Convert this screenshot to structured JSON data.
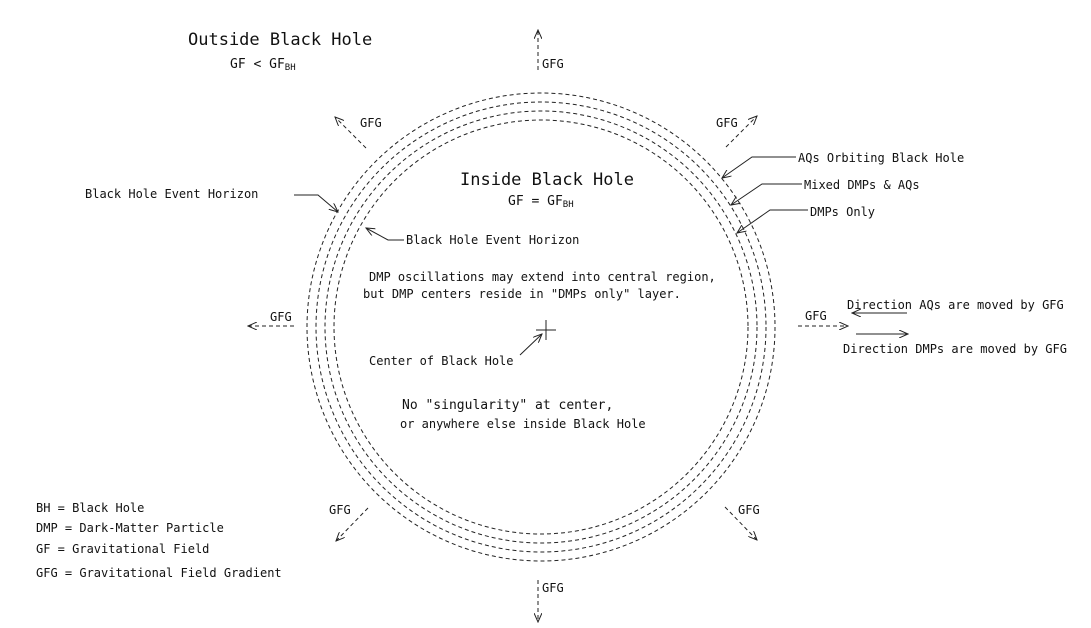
{
  "title_outside": "Outside Black Hole",
  "outside_formula": {
    "main": "GF < GF",
    "sub": "BH"
  },
  "title_inside": "Inside Black Hole",
  "inside_formula": {
    "main": "GF = GF",
    "sub": "BH"
  },
  "gfg_label": "GFG",
  "labels": {
    "event_horizon_outer": "Black Hole Event Horizon",
    "event_horizon_inner": "Black Hole Event Horizon",
    "aqs_orbiting": "AQs Orbiting Black Hole",
    "mixed": "Mixed DMPs & AQs",
    "dmps_only": "DMPs Only",
    "oscillation_1": "DMP oscillations may extend into central region,",
    "oscillation_2": "but DMP centers reside in \"DMPs only\" layer.",
    "center": "Center of Black Hole",
    "singularity_1": "No \"singularity\" at center,",
    "singularity_2": "or anywhere else inside Black Hole",
    "dir_aqs": "Direction AQs are moved by GFG",
    "dir_dmps": "Direction DMPs are moved by GFG"
  },
  "legend": [
    "BH = Black Hole",
    "DMP = Dark-Matter Particle",
    "GF = Gravitational Field",
    "GFG = Gravitational Field Gradient"
  ]
}
